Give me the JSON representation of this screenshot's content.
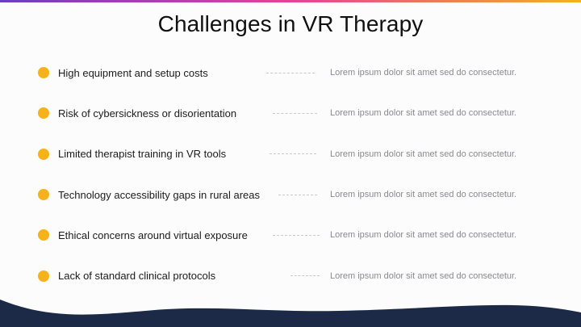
{
  "slide": {
    "title": "Challenges in VR Therapy",
    "accent_color": "#f5b21b",
    "footer_color": "#1c2a47",
    "items": [
      {
        "label": "High equipment and setup costs",
        "description": "Lorem ipsum dolor sit amet sed do consectetur."
      },
      {
        "label": "Risk of cybersickness or disorientation",
        "description": "Lorem ipsum dolor sit amet sed do consectetur."
      },
      {
        "label": "Limited therapist training in VR tools",
        "description": "Lorem ipsum dolor sit amet sed do consectetur."
      },
      {
        "label": "Technology accessibility gaps in rural areas",
        "description": "Lorem ipsum dolor sit amet sed do consectetur."
      },
      {
        "label": "Ethical concerns around virtual exposure",
        "description": "Lorem ipsum dolor sit amet sed do consectetur."
      },
      {
        "label": "Lack of standard clinical protocols",
        "description": "Lorem ipsum dolor sit amet sed do consectetur."
      }
    ]
  }
}
